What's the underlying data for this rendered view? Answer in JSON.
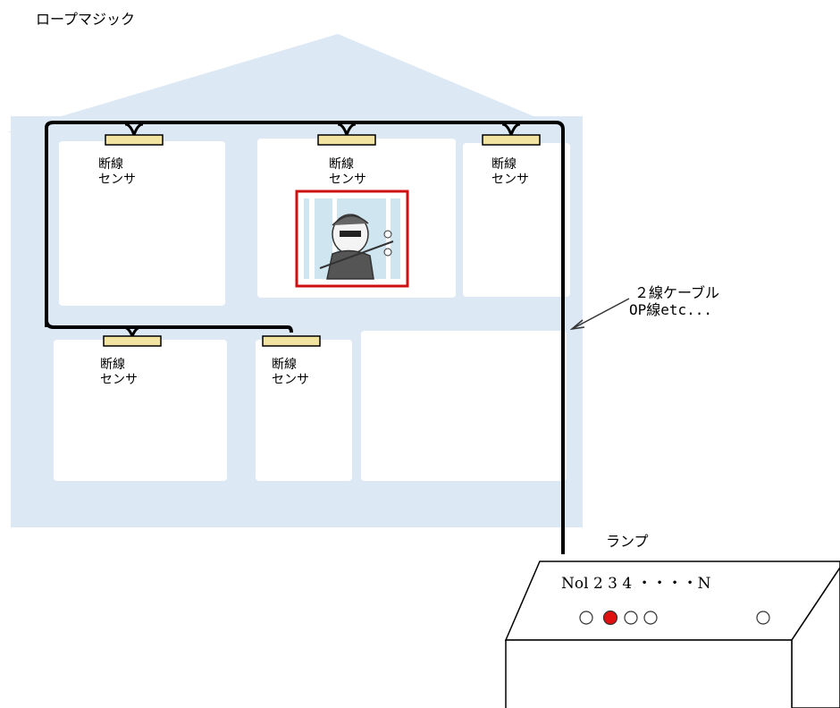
{
  "title": "ロープマジック",
  "sensors": [
    {
      "line1": "断線",
      "line2": "センサ"
    },
    {
      "line1": "断線",
      "line2": "センサ"
    },
    {
      "line1": "断線",
      "line2": "センサ"
    },
    {
      "line1": "断線",
      "line2": "センサ"
    },
    {
      "line1": "断線",
      "line2": "センサ"
    }
  ],
  "cable": {
    "line1": "２線ケーブル",
    "line2": "OP線etc..."
  },
  "lamp": {
    "label": "ランプ",
    "numbering": "Nol 2 3 4 ・・・・N",
    "lit_index": 2,
    "count_visible": 5
  },
  "colors": {
    "house": "#dce9f5",
    "wire": "#000000",
    "sensor": "#f2e4a0",
    "lamp_on": "#e01010",
    "intruder_frame": "#d01010"
  },
  "icons": [
    "house-outline",
    "intruder-picture",
    "lamp-box"
  ]
}
